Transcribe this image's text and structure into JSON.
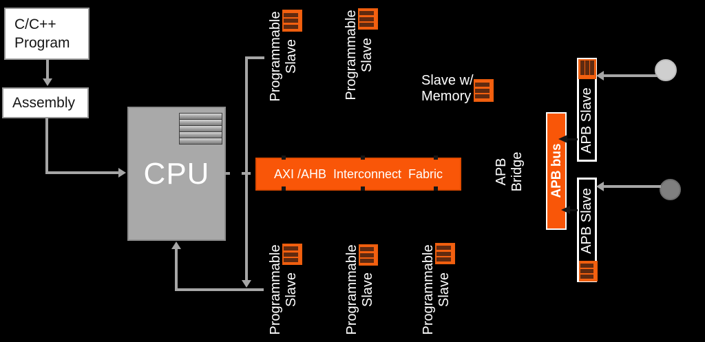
{
  "diagram": {
    "software_flow": {
      "program_box": {
        "line1": "C/C++",
        "line2": "Program"
      },
      "assembly_box": {
        "label": "Assembly"
      }
    },
    "cpu": {
      "label": "CPU"
    },
    "fabric": {
      "label": "AXI /AHB  Interconnect  Fabric"
    },
    "programmable_slave": {
      "line1": "Programmable",
      "line2": "Slave"
    },
    "slave_with_memory": {
      "line1": "Slave w/",
      "line2": "Memory"
    },
    "apb": {
      "bridge": {
        "line1": "APB",
        "line2": "Bridge"
      },
      "bus": {
        "label": "APB bus"
      },
      "slave": {
        "label": "APB Slave"
      }
    },
    "colors": {
      "background": "#000000",
      "orange": "#f95608",
      "icon_stripe": "#5f2a10",
      "connector_gray": "#a6a6a6",
      "cpu_fill": "#a9a9a9",
      "box_fill": "#ffffff",
      "circle_light": "#cfcfcf",
      "circle_dark": "#7f7f7f"
    }
  }
}
